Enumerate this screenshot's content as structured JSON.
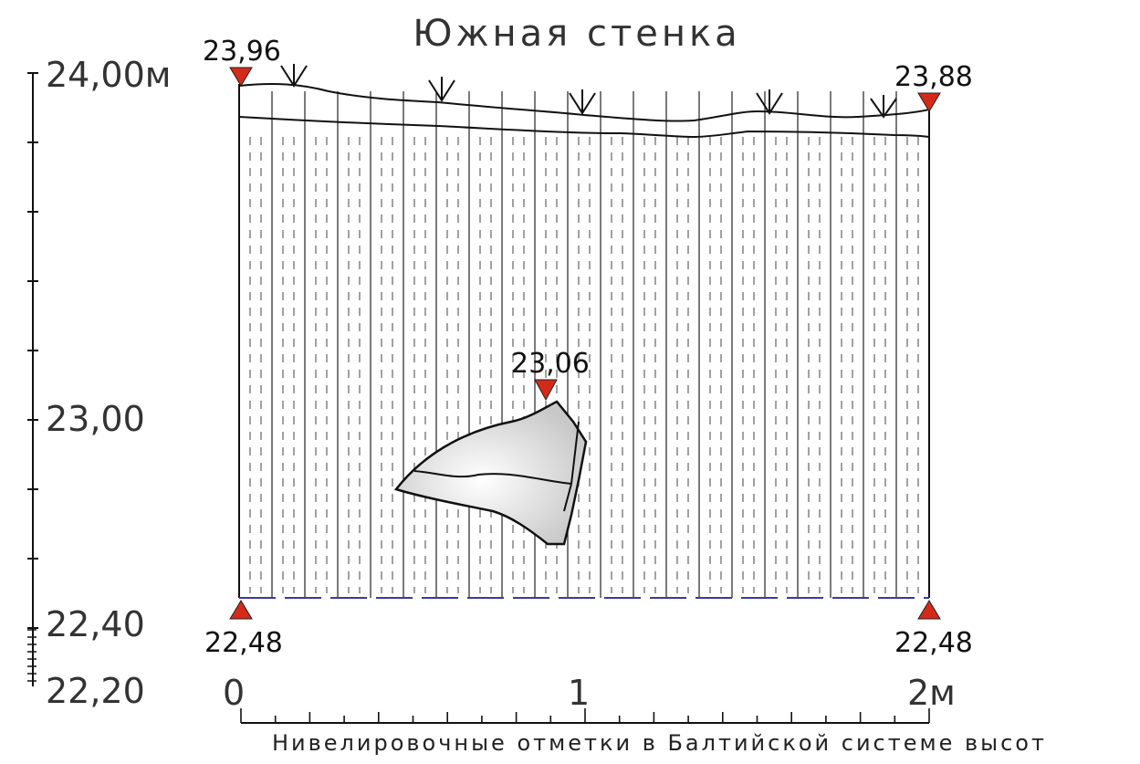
{
  "title": "Южная стенка",
  "vertical_scale": {
    "top_label": "24,00м",
    "mid_label": "23,00",
    "low_label": "22,40",
    "bottom_label": "22,20"
  },
  "horizontal_scale": {
    "labels": [
      "0",
      "1",
      "2м"
    ],
    "caption": "Нивелировочные отметки в Балтийской системе высот"
  },
  "elevation_marks": {
    "top_left": "23,96",
    "top_right": "23,88",
    "stone": "23,06",
    "bottom_left": "22,48",
    "bottom_right": "22,48"
  },
  "colors": {
    "marker": "#d42a1a",
    "line": "#111111",
    "base_line": "#3a3aa0",
    "stone_fill": "#e4e4e4"
  }
}
